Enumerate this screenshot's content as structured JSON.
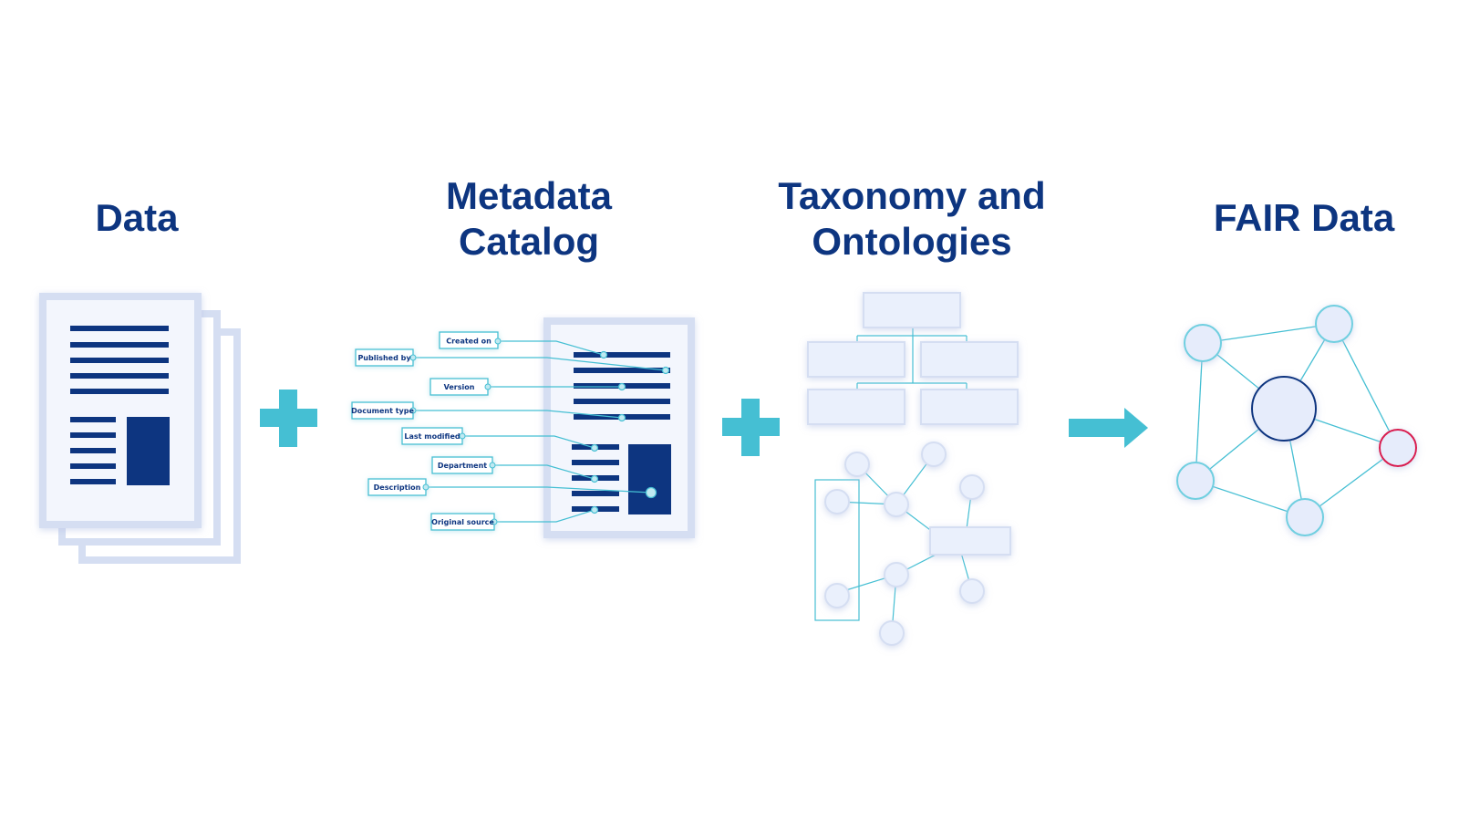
{
  "stages": {
    "data": {
      "title": "Data"
    },
    "metadata": {
      "title_line1": "Metadata",
      "title_line2": "Catalog"
    },
    "taxonomy": {
      "title_line1": "Taxonomy and",
      "title_line2": "Ontologies"
    },
    "fair": {
      "title": "FAIR Data"
    }
  },
  "metadata_tags": [
    "Created on",
    "Published by",
    "Version",
    "Document type",
    "Last modified",
    "Department",
    "Description",
    "Original source"
  ],
  "colors": {
    "navy": "#0d3580",
    "teal": "#45bfd3",
    "paper": "#f3f6fd",
    "paper_shadow": "#d5def2",
    "node_fill": "#e6ecfb",
    "accent_red": "#d91d4f"
  },
  "icons": {
    "operator_1": "plus-icon",
    "operator_2": "plus-icon",
    "operator_3": "arrow-right-icon"
  }
}
